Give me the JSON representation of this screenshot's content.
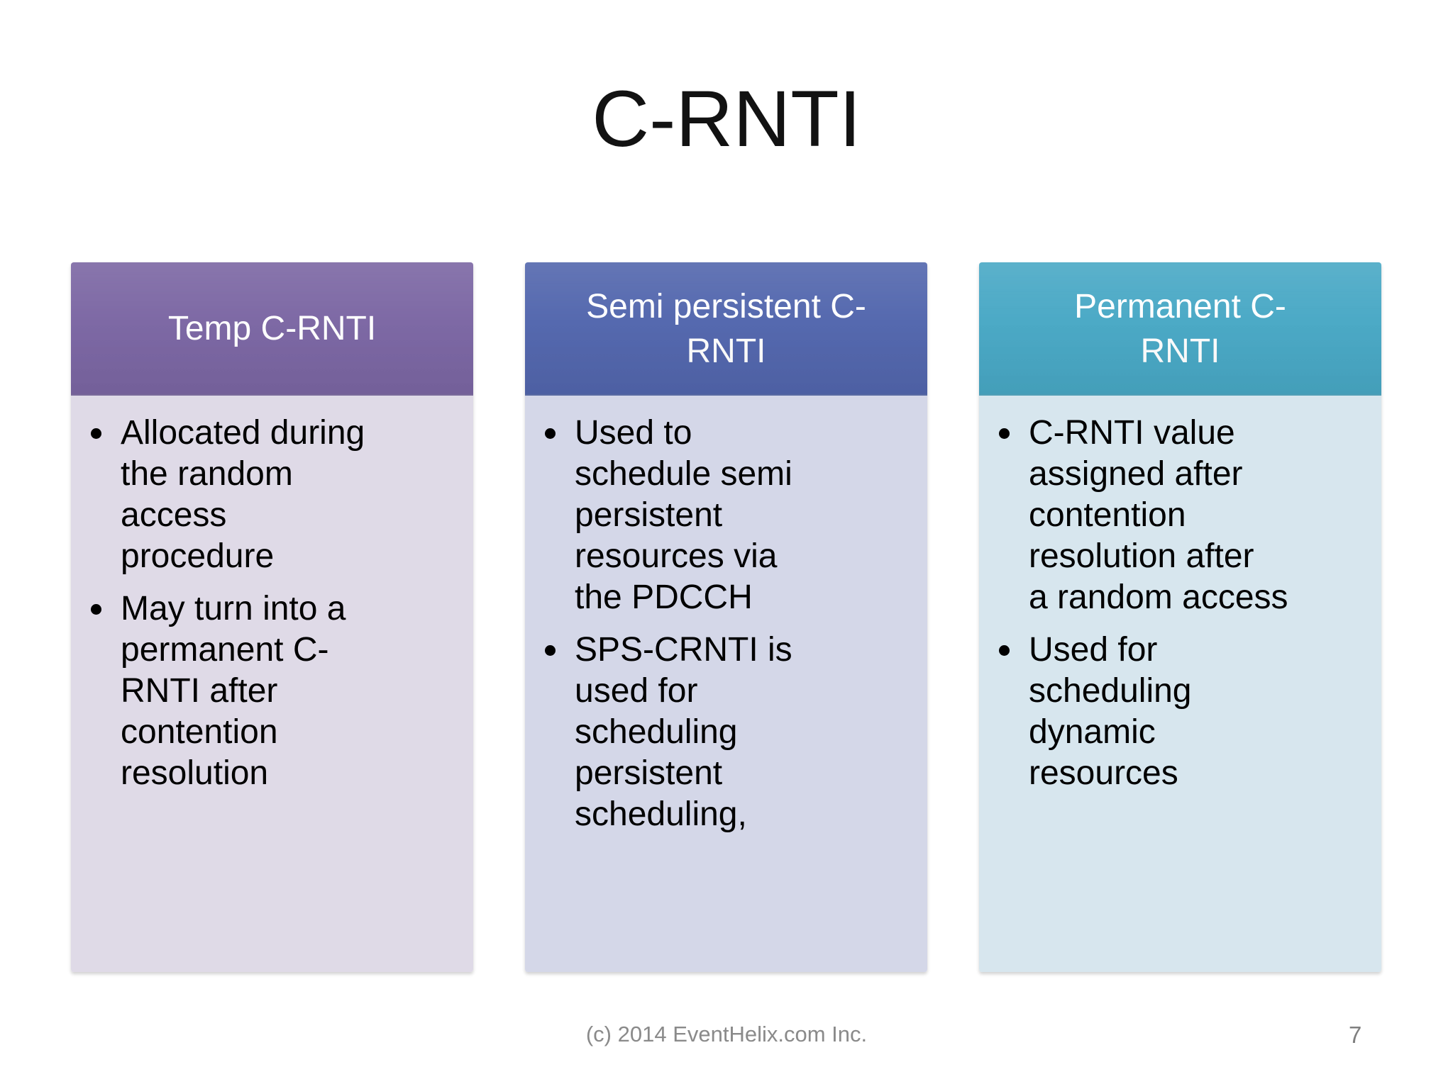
{
  "slide_title": "C-RNTI",
  "columns": [
    {
      "header": "Temp C-RNTI",
      "colors": {
        "header_bg": "#7b66a3",
        "body_bg": "#dfdae7"
      },
      "bullets": [
        "Allocated during\nthe random\naccess\nprocedure",
        "May turn into a\npermanent C-\nRNTI after\ncontention\nresolution"
      ]
    },
    {
      "header": "Semi persistent C-\nRNTI",
      "colors": {
        "header_bg": "#5266ad",
        "body_bg": "#d4d7e8"
      },
      "bullets": [
        "Used to\nschedule semi\npersistent\nresources via\nthe PDCCH",
        "SPS-CRNTI is\nused for\nscheduling\npersistent\nscheduling,"
      ]
    },
    {
      "header": "Permanent C-\nRNTI",
      "colors": {
        "header_bg": "#48a8c5",
        "body_bg": "#d7e6ee"
      },
      "bullets": [
        "C-RNTI value\nassigned after\ncontention\nresolution after\na random access",
        "Used for\nscheduling\ndynamic\nresources"
      ]
    }
  ],
  "footer": {
    "copyright": "(c) 2014 EventHelix.com Inc.",
    "page_number": "7"
  }
}
